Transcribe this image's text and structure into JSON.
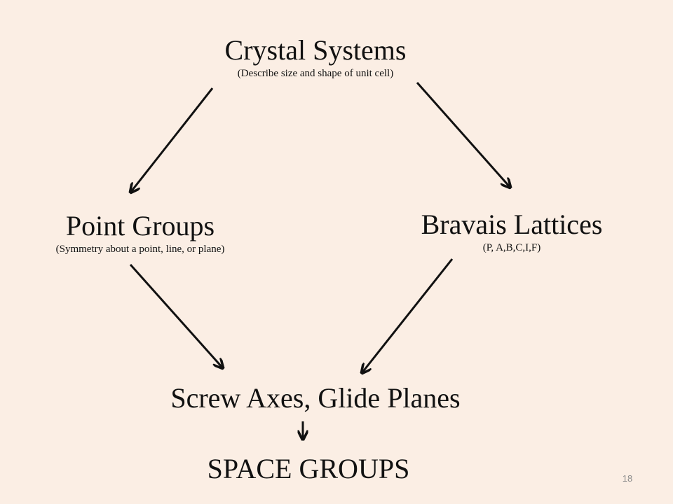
{
  "slide": {
    "page_number": "18",
    "background_color": "#fbeee4",
    "nodes": {
      "crystal_systems": {
        "title": "Crystal Systems",
        "subtitle": "(Describe size and shape of unit cell)"
      },
      "point_groups": {
        "title": "Point Groups",
        "subtitle": "(Symmetry about a point, line, or plane)"
      },
      "bravais_lattices": {
        "title": "Bravais Lattices",
        "subtitle": "(P, A,B,C,I,F)"
      },
      "screw_axes": {
        "title": "Screw Axes, Glide Planes"
      },
      "space_groups": {
        "title": "SPACE GROUPS"
      }
    }
  }
}
